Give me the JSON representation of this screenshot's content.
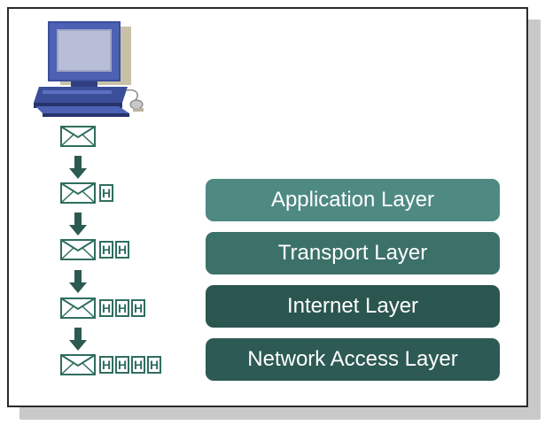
{
  "layers": [
    {
      "label": "Application Layer"
    },
    {
      "label": "Transport Layer"
    },
    {
      "label": "Internet Layer"
    },
    {
      "label": "Network Access Layer"
    }
  ],
  "header_glyph": "H",
  "stack_rows": [
    {
      "headers": 0
    },
    {
      "headers": 1
    },
    {
      "headers": 2
    },
    {
      "headers": 3
    },
    {
      "headers": 4
    }
  ],
  "colors": {
    "application_layer": "#4e8a82",
    "transport_layer": "#3c7169",
    "internet_layer": "#2b564f",
    "network_access_layer": "#2d5a54",
    "envelope_stroke": "#2f6e5e",
    "arrow": "#2c5a50",
    "monitor": "#3a4e9a"
  },
  "icons": {
    "computer": "desktop-computer-icon",
    "message": "envelope-icon",
    "header": "header-box-icon",
    "flow": "down-arrow-icon"
  }
}
